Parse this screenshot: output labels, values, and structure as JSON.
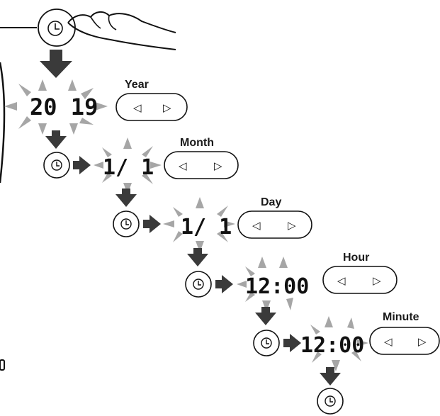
{
  "steps": [
    {
      "label": "Year",
      "display": "20 19"
    },
    {
      "label": "Month",
      "display": "1/ 1"
    },
    {
      "label": "Day",
      "display": "1/ 1"
    },
    {
      "label": "Hour",
      "display": "12:00"
    },
    {
      "label": "Minute",
      "display": "12:00"
    }
  ],
  "arrow_glyphs": {
    "left": "◁",
    "right": "▷"
  },
  "colors": {
    "ink": "#111111",
    "arrow": "#3a3a3a",
    "ray": "#a6a6a6"
  }
}
